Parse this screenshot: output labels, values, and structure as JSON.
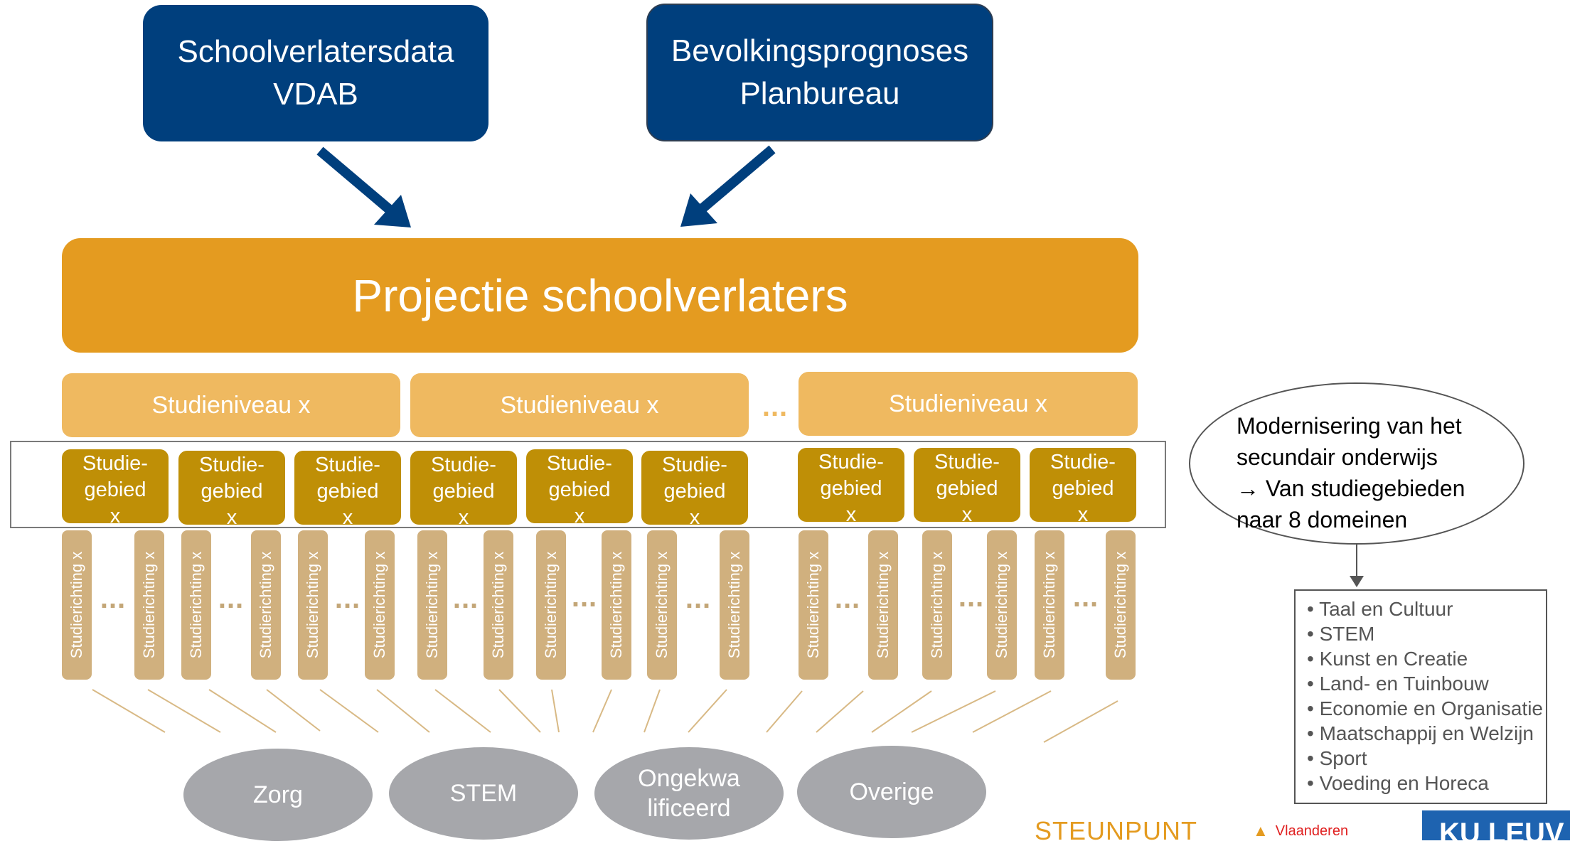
{
  "sources": [
    {
      "line1": "Schoolverlatersdata",
      "line2": "VDAB"
    },
    {
      "line1": "Bevolkingsprognoses",
      "line2": "Planbureau"
    }
  ],
  "projection": {
    "title": "Projectie schoolverlaters"
  },
  "levels": [
    "Studieniveau x",
    "Studieniveau x",
    "Studieniveau x"
  ],
  "ellipsis": "...",
  "gebied": {
    "line1": "Studie-",
    "line2": "gebied",
    "line3": "x"
  },
  "richting_label": "Studierichting x",
  "categories": [
    {
      "line1": "Zorg",
      "line2": ""
    },
    {
      "line1": "STEM",
      "line2": ""
    },
    {
      "line1": "Ongekwa",
      "line2": "lificeerd"
    },
    {
      "line1": "Overige",
      "line2": ""
    }
  ],
  "callout": {
    "lines": [
      "Modernisering van het",
      "secundair onderwijs",
      "→ Van studiegebieden",
      "naar 8 domeinen"
    ]
  },
  "domains": [
    "Taal en Cultuur",
    "STEM",
    "Kunst en Creatie",
    "Land- en Tuinbouw",
    "Economie en Organisatie",
    "Maatschappij en Welzijn",
    "Sport",
    "Voeding en Horeca"
  ],
  "logos": {
    "steunpunt": "STEUNPUNT",
    "vlaanderen": "Vlaanderen",
    "kuleuven": "KU LEUV"
  },
  "colors": {
    "navy": "#003f7d",
    "orange": "#e49b20",
    "light_orange": "#efb960",
    "gold": "#bf8f06",
    "tan": "#d0b07e",
    "grey": "#a6a7ab"
  }
}
